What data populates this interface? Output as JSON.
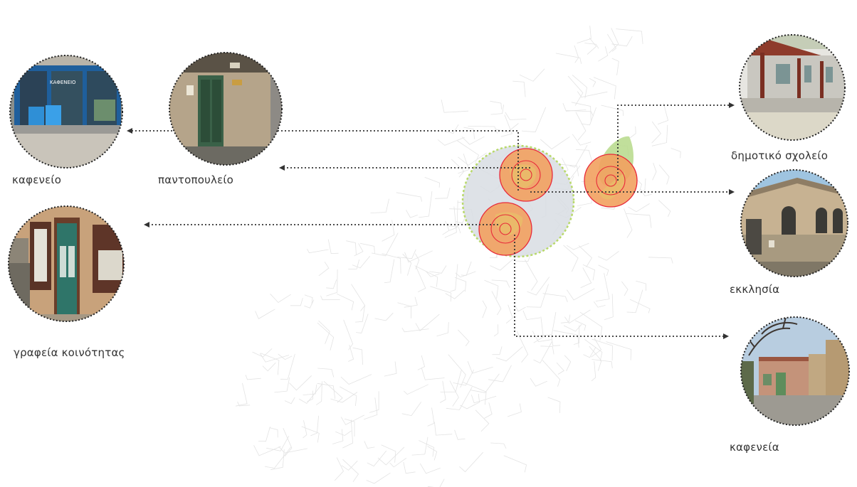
{
  "places": {
    "kafeneio": {
      "label": "καφενείο",
      "icon": "cafe-photo-blue-storefront"
    },
    "pantopouleio": {
      "label": "παντοπουλείο",
      "icon": "grocery-photo-green-door"
    },
    "grafeia": {
      "label": "γραφεία κοινότητας",
      "icon": "community-office-photo-green-door"
    },
    "scholeio": {
      "label": "δημοτικό σχολείο",
      "icon": "school-photo-porch"
    },
    "ekklisia": {
      "label": "εκκλησία",
      "icon": "church-photo-stone"
    },
    "kafeneia": {
      "label": "καφενεία",
      "icon": "cafes-photo-courtyard-tree"
    }
  },
  "colors": {
    "focus_fill": "#f2a15f",
    "focus_ring": "#e8293a",
    "catchment_fill": "#d8dde3",
    "catchment_ring": "#b8d96a",
    "green_patch": "#b6d98a",
    "map_lines": "#e3e3e3",
    "arrows": "#333333",
    "photo_border": "#222222"
  }
}
